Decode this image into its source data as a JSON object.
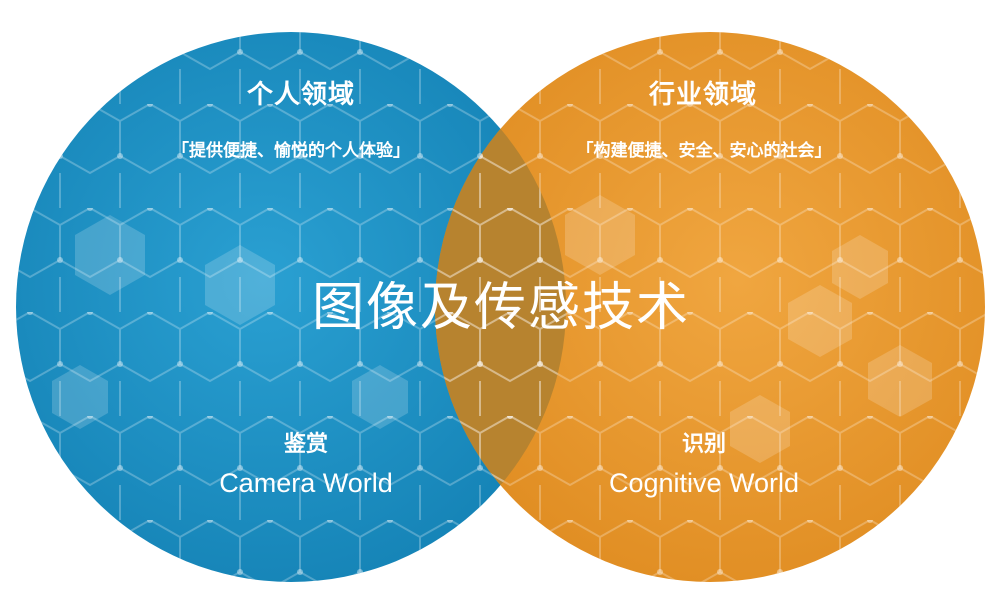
{
  "colors": {
    "left_circle": "#1d8cbf",
    "right_circle": "#e8982e",
    "overlap": "#b8842e",
    "text": "#ffffff"
  },
  "left": {
    "title": "个人领域",
    "subtitle": "「提供便捷、愉悦的个人体验」",
    "keyword": "鉴赏",
    "name": "Camera World"
  },
  "right": {
    "title": "行业领域",
    "subtitle": "「构建便捷、安全、安心的社会」",
    "keyword": "识别",
    "name": "Cognitive World"
  },
  "center": {
    "title": "图像及传感技术"
  }
}
